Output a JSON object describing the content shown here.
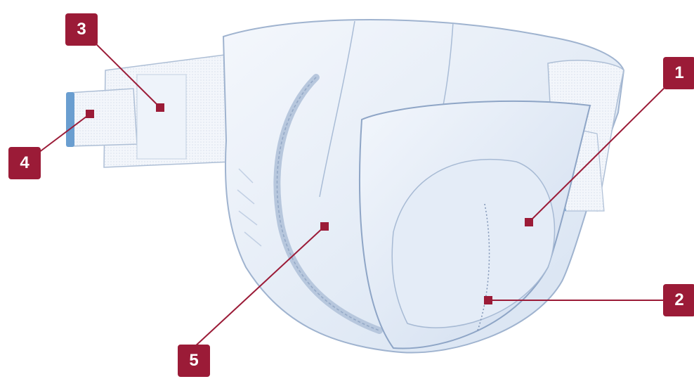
{
  "accent_color": "#9b1b37",
  "product_color": "#e9f0fa",
  "tab_color": "#6a9ed0",
  "callouts": [
    {
      "label": "1"
    },
    {
      "label": "2"
    },
    {
      "label": "3"
    },
    {
      "label": "4"
    },
    {
      "label": "5"
    }
  ]
}
